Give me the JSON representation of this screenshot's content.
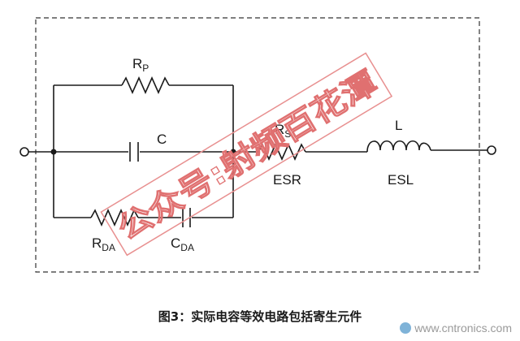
{
  "labels": {
    "rp_main": "R",
    "rp_sub": "P",
    "c": "C",
    "rs_main": "R",
    "rs_sub": "S",
    "esr": "ESR",
    "l": "L",
    "esl": "ESL",
    "rda_main": "R",
    "rda_sub": "DA",
    "cda_main": "C",
    "cda_sub": "DA"
  },
  "watermark": {
    "line1": "公众号:射频百花潭"
  },
  "caption": "图3：实际电容等效电路包括寄生元件",
  "site": "www.cntronics.com",
  "colors": {
    "line": "#1a1a1a",
    "watermark": "#e07070",
    "site_text": "#9a9a9a"
  }
}
